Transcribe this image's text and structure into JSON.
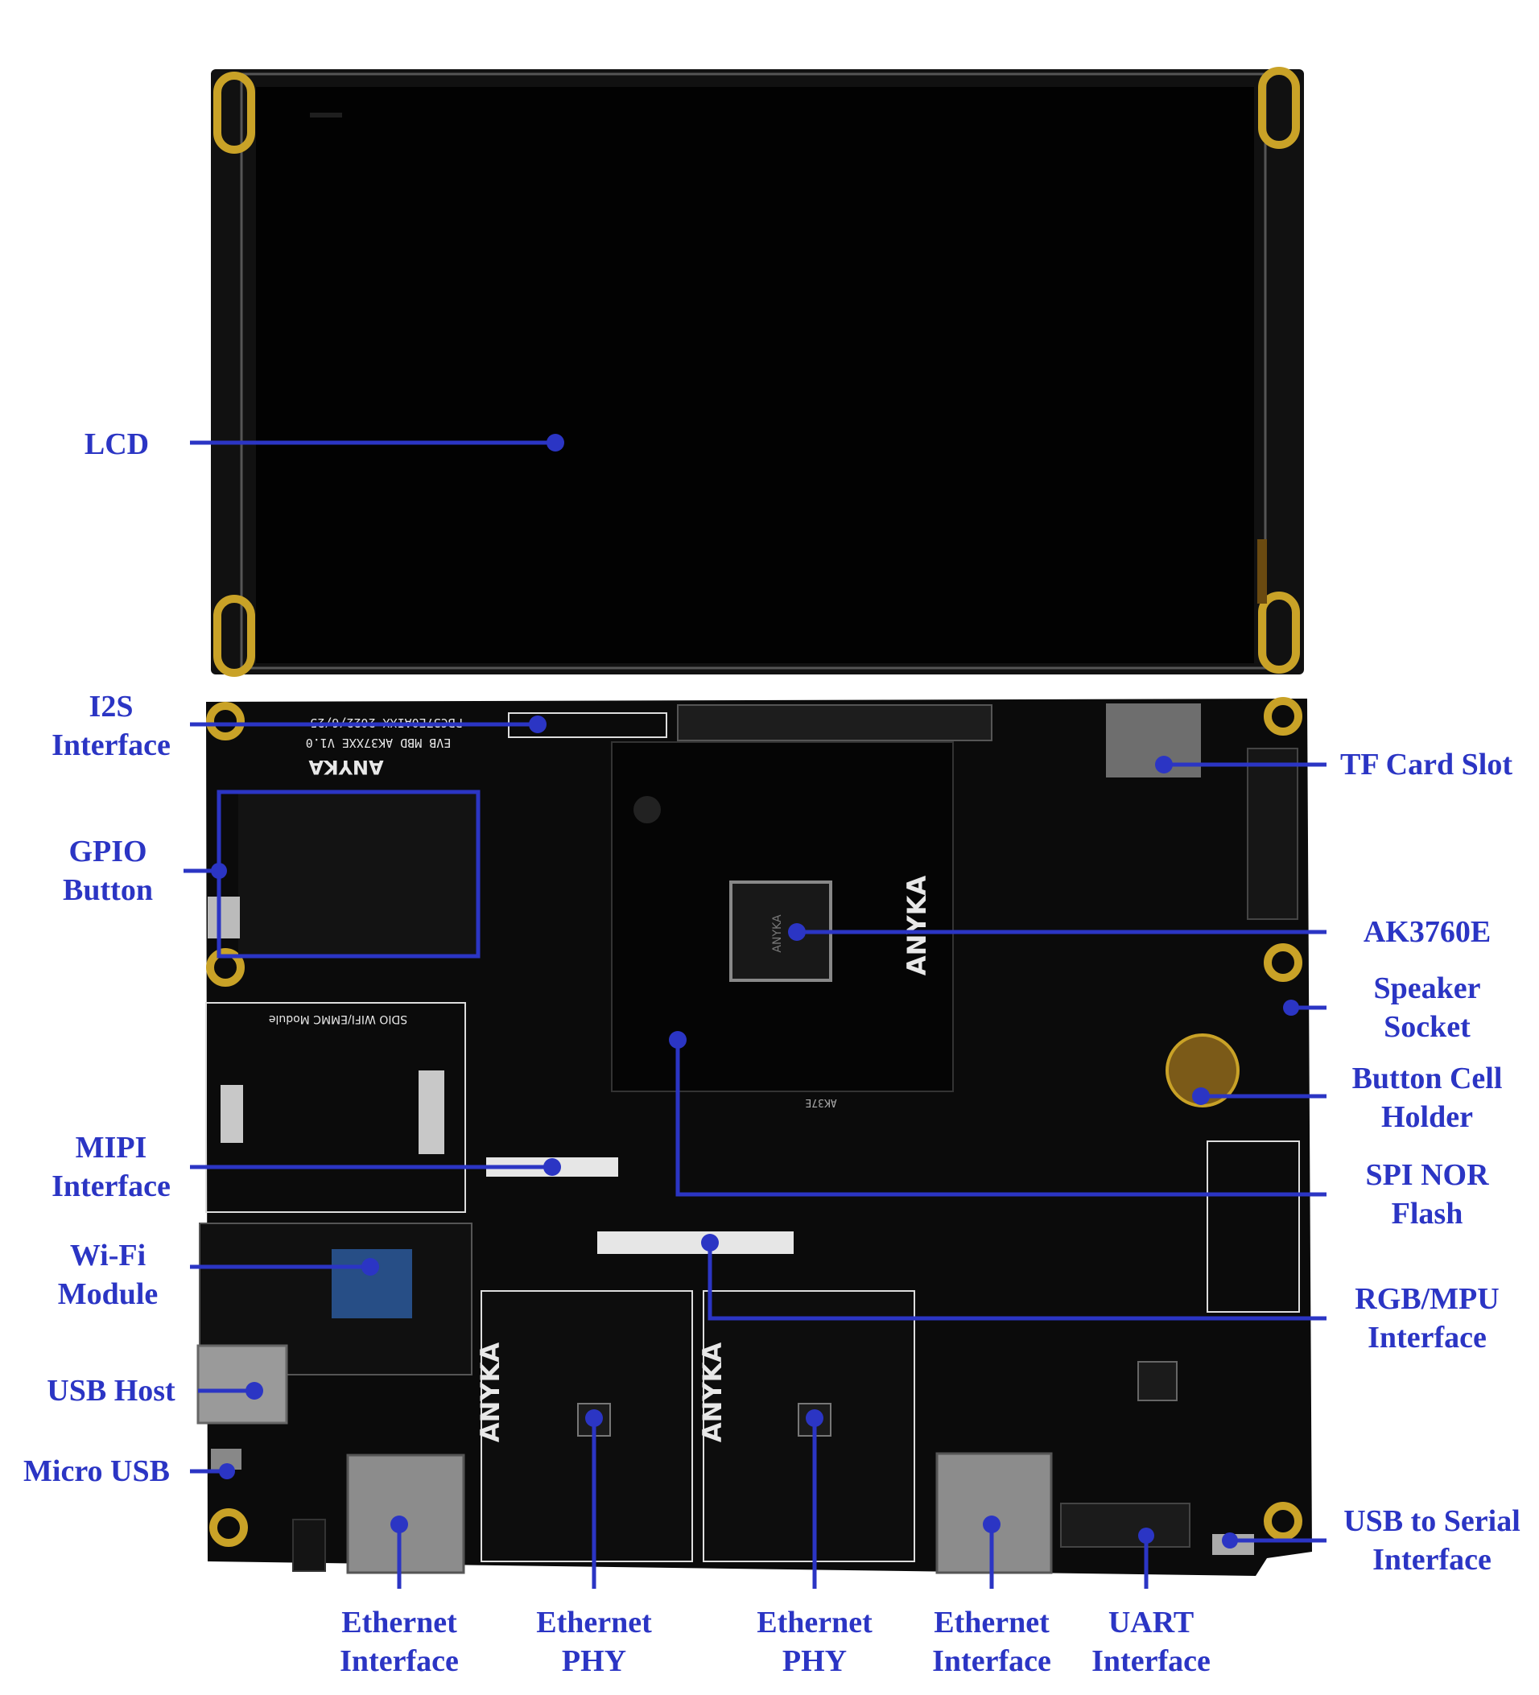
{
  "colors": {
    "annotation": "#2b35c4",
    "background": "#ffffff",
    "pcb": "#0b0b0b",
    "lcd_bezel": "#111111",
    "lcd_screen": "#020202",
    "gold_pad": "#c9a227",
    "silkscreen": "#e8e8e8"
  },
  "board": {
    "silkscreen_version": "PBC37E0AIXX 2022/6/25",
    "silkscreen_model": "EVB MBD AK37XXE V1.0",
    "silkscreen_brand": "ANYKA",
    "module_title": "SDIO WIFI/EMMC Module",
    "chip_marking": "ANYKA",
    "core_board_marking": "AK37E"
  },
  "labels": {
    "lcd": [
      "LCD"
    ],
    "i2s": [
      "I2S",
      "Interface"
    ],
    "gpio": [
      "GPIO",
      "Button"
    ],
    "mipi": [
      "MIPI",
      "Interface"
    ],
    "wifi": [
      "Wi-Fi",
      "Module"
    ],
    "usb_host": [
      "USB Host"
    ],
    "micro_usb": [
      "Micro USB"
    ],
    "tf_card": [
      "TF Card Slot"
    ],
    "ak3760e": [
      "AK3760E"
    ],
    "speaker": [
      "Speaker",
      "Socket"
    ],
    "button_cell": [
      "Button Cell",
      "Holder"
    ],
    "spi_nor": [
      "SPI NOR",
      "Flash"
    ],
    "rgb_mpu": [
      "RGB/MPU",
      "Interface"
    ],
    "usb_serial": [
      "USB to Serial",
      "Interface"
    ],
    "eth_if_left": [
      "Ethernet",
      "Interface"
    ],
    "eth_phy_left": [
      "Ethernet",
      "PHY"
    ],
    "eth_phy_right": [
      "Ethernet",
      "PHY"
    ],
    "eth_if_right": [
      "Ethernet",
      "Interface"
    ],
    "uart": [
      "UART",
      "Interface"
    ]
  }
}
